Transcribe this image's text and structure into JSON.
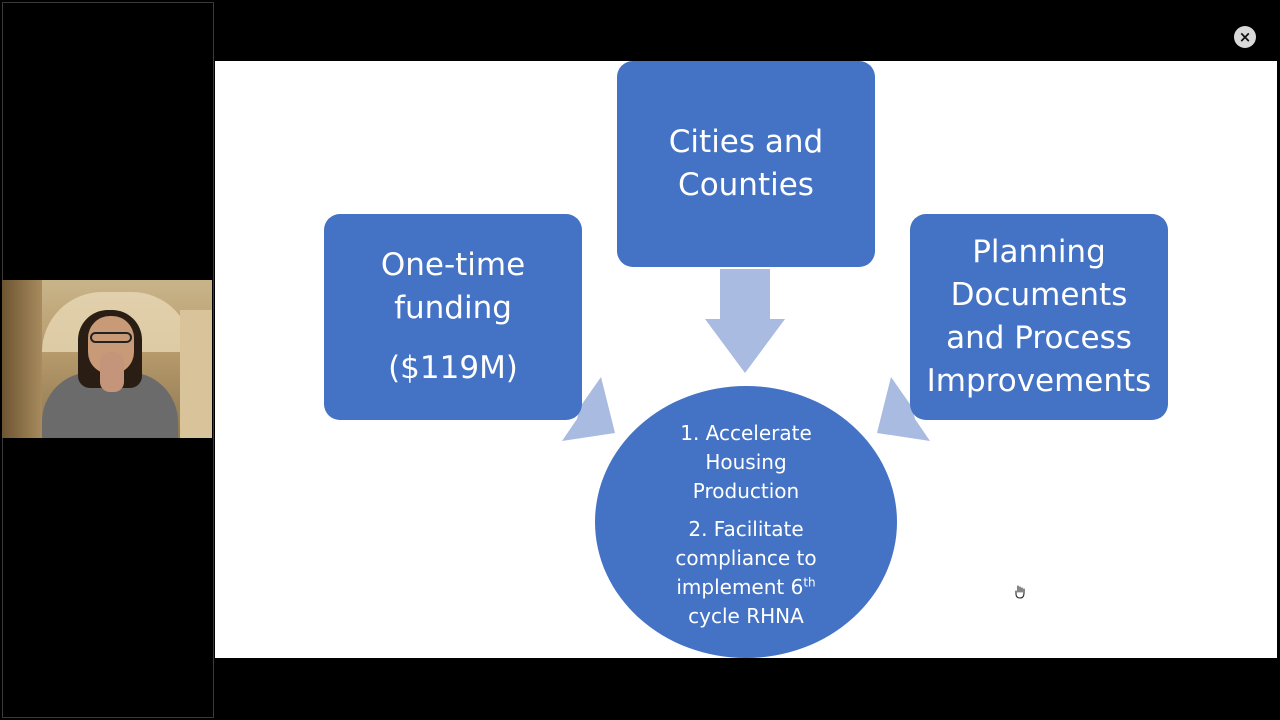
{
  "window": {
    "close_glyph": "×"
  },
  "participant_video": {
    "icon": "person-video-feed"
  },
  "slide": {
    "boxes": {
      "top": [
        "Cities and",
        "Counties"
      ],
      "left": [
        "One-time",
        "funding",
        "($119M)"
      ],
      "right": [
        "Planning",
        "Documents",
        "and Process",
        "Improvements"
      ]
    },
    "goals": {
      "item1": [
        "1. Accelerate",
        "Housing",
        "Production"
      ],
      "item2_lines": [
        "2. Facilitate",
        "compliance to"
      ],
      "item2_line3_prefix": "implement 6",
      "item2_line3_sup": "th",
      "item2_line4": "cycle RHNA"
    },
    "colors": {
      "box": "#4472c4",
      "arrow": "#a9bbe0"
    }
  },
  "cursor": {
    "icon": "hand-cursor-icon"
  }
}
